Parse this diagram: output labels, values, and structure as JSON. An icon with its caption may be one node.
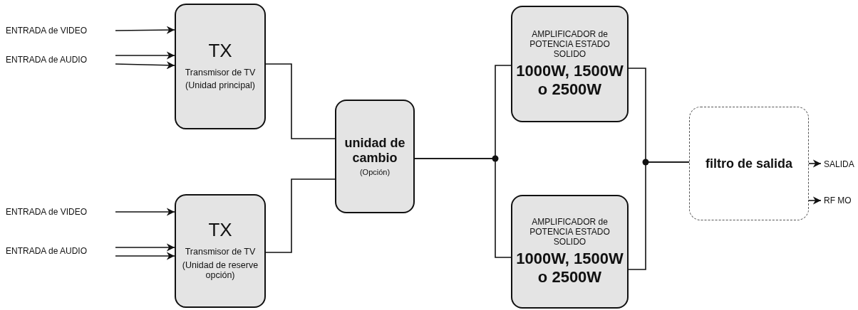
{
  "diagram": {
    "nodes": [
      {
        "text": [
          "ENTRADA de VIDEO"
        ]
      },
      {
        "text": [
          "ENTRADA de AUDIO"
        ]
      },
      {
        "text": [
          "TX",
          "Transmisor de TV",
          "(Unidad principal)"
        ]
      },
      {
        "text": [
          "ENTRADA de VIDEO"
        ]
      },
      {
        "text": [
          "ENTRADA de AUDIO"
        ]
      },
      {
        "text": [
          "TX",
          "Transmisor de TV",
          "(Unidad de reserve opción)"
        ]
      },
      {
        "text": [
          "unidad de cambio",
          "(Opción)"
        ]
      },
      {
        "text": [
          "AMPLIFICADOR de POTENCIA ESTADO SOLIDO",
          "1000W, 1500W o 2500W"
        ]
      },
      {
        "text": [
          "AMPLIFICADOR de POTENCIA ESTADO SOLIDO",
          "1000W, 1500W o 2500W"
        ]
      },
      {
        "text": [
          "filtro de salida"
        ]
      },
      {
        "text": [
          "SALIDA"
        ]
      },
      {
        "text": [
          "RF MO"
        ]
      }
    ],
    "edges": [
      {
        "from": 0,
        "to": 2,
        "arrow": "to"
      },
      {
        "from": 1,
        "to": 2,
        "arrow": "to"
      },
      {
        "from": 1,
        "to": 2,
        "arrow": "to"
      },
      {
        "from": 3,
        "to": 5,
        "arrow": "to"
      },
      {
        "from": 4,
        "to": 5,
        "arrow": "to"
      },
      {
        "from": 4,
        "to": 5,
        "arrow": "to"
      },
      {
        "from": 2,
        "to": 6,
        "arrow": "none"
      },
      {
        "from": 5,
        "to": 6,
        "arrow": "none"
      },
      {
        "from": 6,
        "to": 7,
        "arrow": "none"
      },
      {
        "from": 6,
        "to": 8,
        "arrow": "none"
      },
      {
        "from": 7,
        "to": 9,
        "arrow": "none"
      },
      {
        "from": 8,
        "to": 9,
        "arrow": "none"
      },
      {
        "from": 9,
        "to": 10,
        "arrow": "to"
      },
      {
        "from": 9,
        "to": 11,
        "arrow": "to"
      }
    ]
  }
}
